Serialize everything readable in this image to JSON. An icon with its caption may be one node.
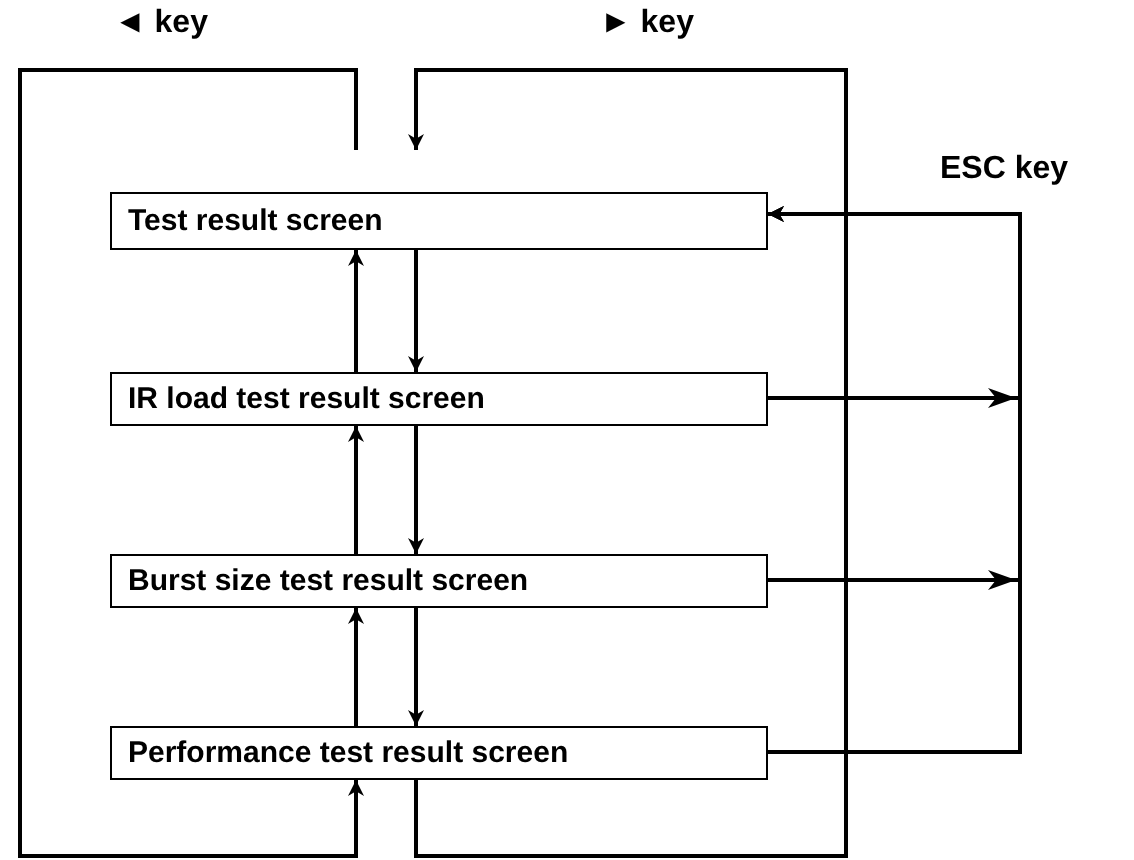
{
  "diagram": {
    "nodes": [
      {
        "text": [
          "Test result screen"
        ]
      },
      {
        "text": [
          "IR load test result screen"
        ]
      },
      {
        "text": [
          "Burst size test result screen"
        ]
      },
      {
        "text": [
          "Performance test result screen"
        ]
      }
    ],
    "edges": [
      {
        "from": 0,
        "to": 1,
        "arrow": "to"
      },
      {
        "from": 1,
        "to": 0,
        "arrow": "to"
      },
      {
        "from": 1,
        "to": 2,
        "arrow": "to"
      },
      {
        "from": 2,
        "to": 1,
        "arrow": "to"
      },
      {
        "from": 2,
        "to": 3,
        "arrow": "to"
      },
      {
        "from": 3,
        "to": 2,
        "arrow": "to"
      },
      {
        "from": 0,
        "to": 3,
        "arrow": "to"
      },
      {
        "from": 3,
        "to": 0,
        "arrow": "to"
      },
      {
        "from": 1,
        "to": 0,
        "arrow": "to"
      },
      {
        "from": 2,
        "to": 0,
        "arrow": "to"
      },
      {
        "from": 3,
        "to": 0,
        "arrow": "to"
      }
    ],
    "labels": [
      "◄ key",
      "► key",
      "ESC key"
    ]
  }
}
